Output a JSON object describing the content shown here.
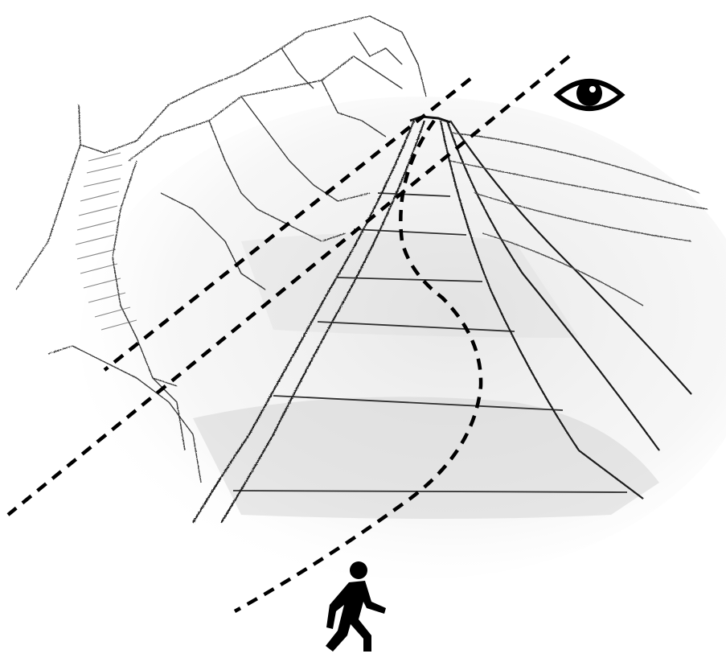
{
  "scene": {
    "description_free": true,
    "colors": {
      "background": "#ffffff",
      "ink": "#000000",
      "pencil": "#3a3a3a",
      "shade": "#9a9a9a"
    },
    "icons": [
      "eye-icon",
      "walking-person-icon"
    ],
    "lines": [
      "dashed-line-upper",
      "dashed-line-lower",
      "dashed-curved-path"
    ]
  }
}
